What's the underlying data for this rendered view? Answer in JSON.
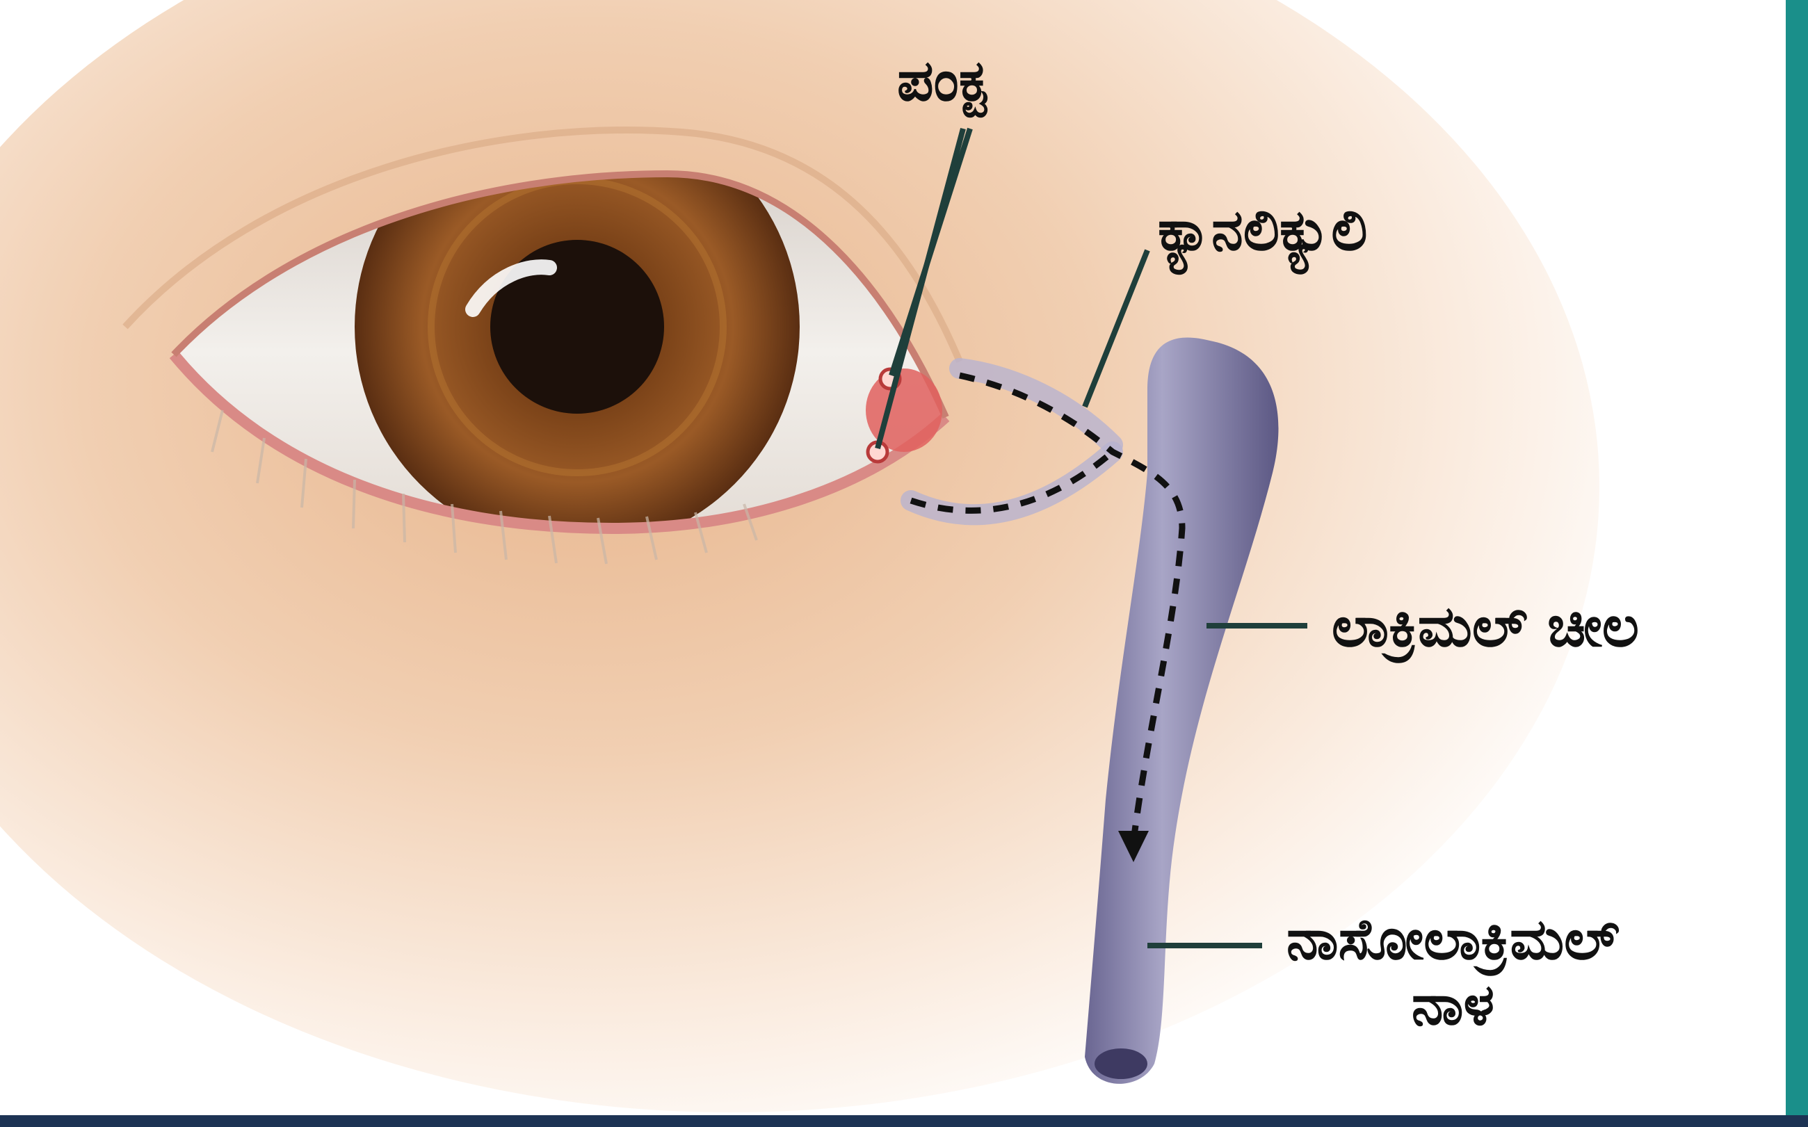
{
  "labels": {
    "punctum": "ಪಂಕ್ಟ",
    "canaliculi": "ಕ್ಯಾನಲಿಕ್ಯುಲಿ",
    "lacrimal_sac": "ಲಾಕ್ರಿಮಲ್ ಚೀಲ",
    "nasolacrimal_duct_line1": "ನಾಸೋಲಾಕ್ರಿಮಲ್",
    "nasolacrimal_duct_line2": "ನಾಳ"
  },
  "colors": {
    "skin": "#f6e2cf",
    "skin_warm": "#e9b78f",
    "iris": "#8a4f22",
    "iris_dark": "#4a2610",
    "pupil": "#1a0f0a",
    "sclera": "#f1eeea",
    "lid_rim": "#d98a86",
    "duct": "#8c88b0",
    "duct_dark": "#5e5a84",
    "border_teal": "#1a8f8a",
    "border_navy": "#1d3354"
  }
}
